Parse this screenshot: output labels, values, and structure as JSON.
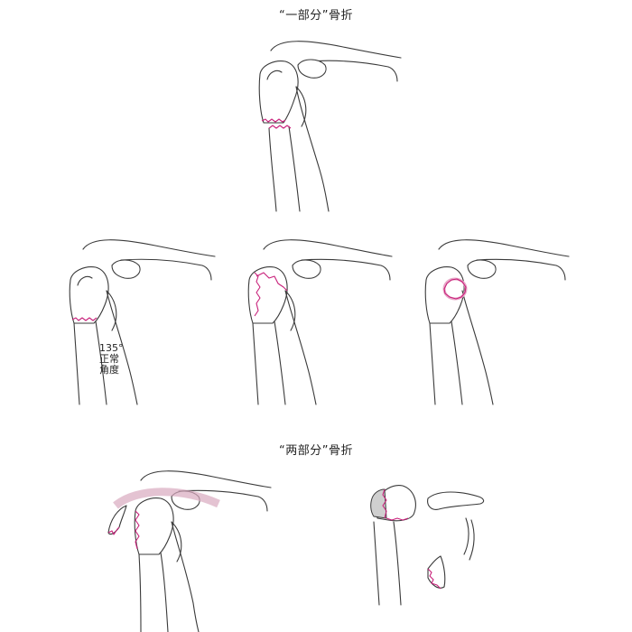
{
  "titles": {
    "one_part": "“一部分”骨折",
    "two_part": "“两部分”骨折"
  },
  "angle_annotation": {
    "degrees": "135°",
    "line1": "正常",
    "line2": "角度"
  },
  "colors": {
    "outline": "#3a3a3a",
    "fracture": "#c8207a",
    "fragment_fill": "#cfcfcf",
    "rotator_band": "#d9a9bf"
  }
}
